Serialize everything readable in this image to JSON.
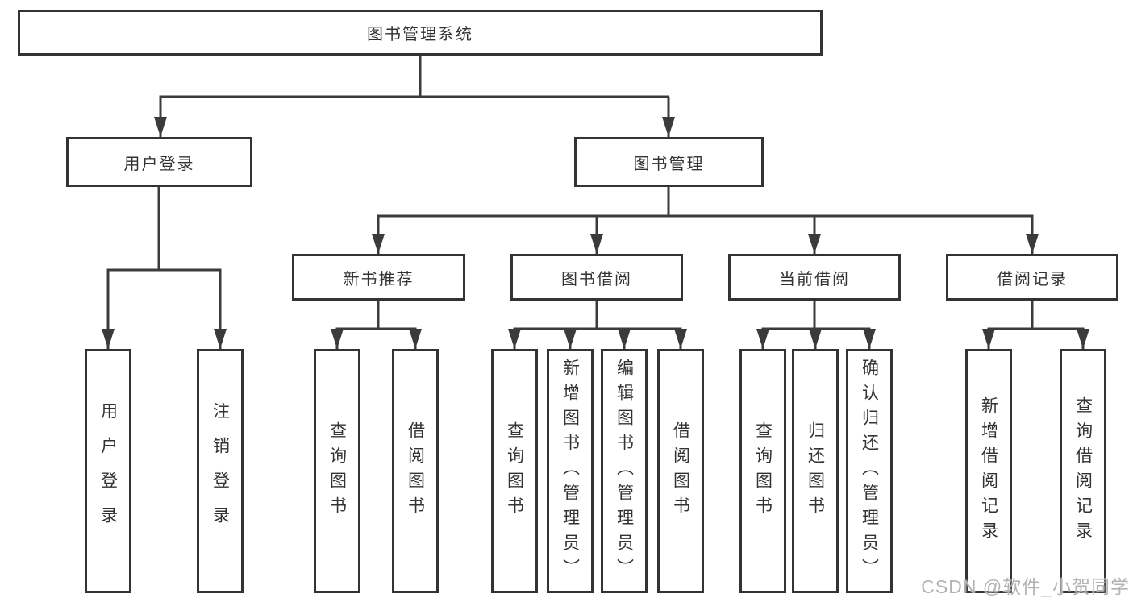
{
  "colors": {
    "line": "#3b3b3b",
    "box_border": "#333333",
    "box_fill": "#ffffff",
    "text": "#333333",
    "watermark": "#b3b3b3"
  },
  "tree": {
    "root": {
      "label": "图书管理系统",
      "children": [
        {
          "label": "用户登录",
          "children": [
            {
              "label": "用户登录"
            },
            {
              "label": "注销登录"
            }
          ]
        },
        {
          "label": "图书管理",
          "children": [
            {
              "label": "新书推荐",
              "children": [
                {
                  "label": "查询图书"
                },
                {
                  "label": "借阅图书"
                }
              ]
            },
            {
              "label": "图书借阅",
              "children": [
                {
                  "label": "查询图书"
                },
                {
                  "label": "新增图书（管理员）"
                },
                {
                  "label": "编辑图书（管理员）"
                },
                {
                  "label": "借阅图书"
                }
              ]
            },
            {
              "label": "当前借阅",
              "children": [
                {
                  "label": "查询图书"
                },
                {
                  "label": "归还图书"
                },
                {
                  "label": "确认归还（管理员）"
                }
              ]
            },
            {
              "label": "借阅记录",
              "children": [
                {
                  "label": "新增借阅记录"
                },
                {
                  "label": "查询借阅记录"
                }
              ]
            }
          ]
        }
      ]
    }
  },
  "watermark": {
    "text": "CSDN @软件_小贺同学"
  }
}
